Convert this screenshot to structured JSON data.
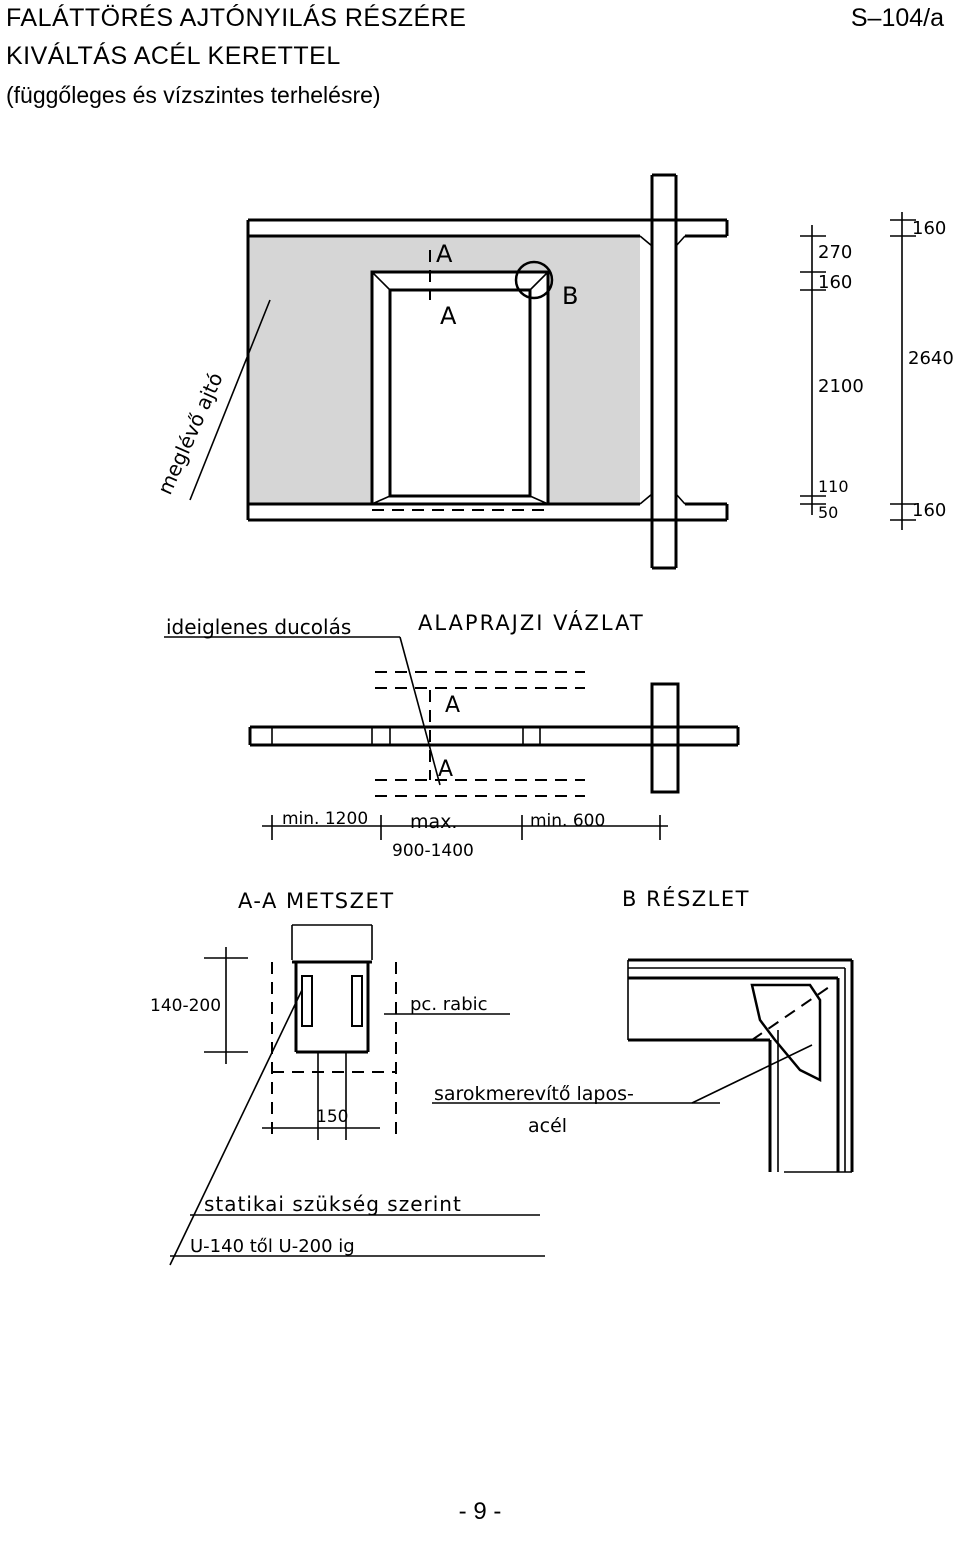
{
  "header": {
    "title_line1": "FALÁTTÖRÉS AJTÓNYILÁS RÉSZÉRE",
    "title_line2": "KIVÁLTÁS ACÉL KERETTEL",
    "title_line3": "(függőleges és vízszintes terhelésre)",
    "sheet_code": "S–104/a"
  },
  "elevation": {
    "section_mark_top": "A",
    "section_mark_bottom": "A",
    "detail_mark": "B",
    "existing_door_label": "meglévő ajtó",
    "dim_left": [
      "270",
      "160",
      "2100",
      "110",
      "50"
    ],
    "dim_right": [
      "160",
      "2640",
      "160"
    ]
  },
  "plan": {
    "title": "ALAPRAJZI VÁZLAT",
    "shoring_label": "ideiglenes ducolás",
    "section_mark_top": "A",
    "section_mark_bottom": "A",
    "dim_min1200": "min. 1200",
    "dim_max": "max.",
    "dim_range": "900-1400",
    "dim_min600": "min. 600"
  },
  "section_aa": {
    "title": "A-A METSZET",
    "dim_height": "140-200",
    "dim_width": "150",
    "rabic_label": "pc. rabic",
    "note_line1": "statikai szükség szerint",
    "note_line2": "U-140 től U-200 ig"
  },
  "detail_b": {
    "title": "B RÉSZLET",
    "stiffener_line1": "sarokmerevítő lapos-",
    "stiffener_line2": "acél"
  },
  "footer": {
    "page_number": "- 9 -"
  }
}
